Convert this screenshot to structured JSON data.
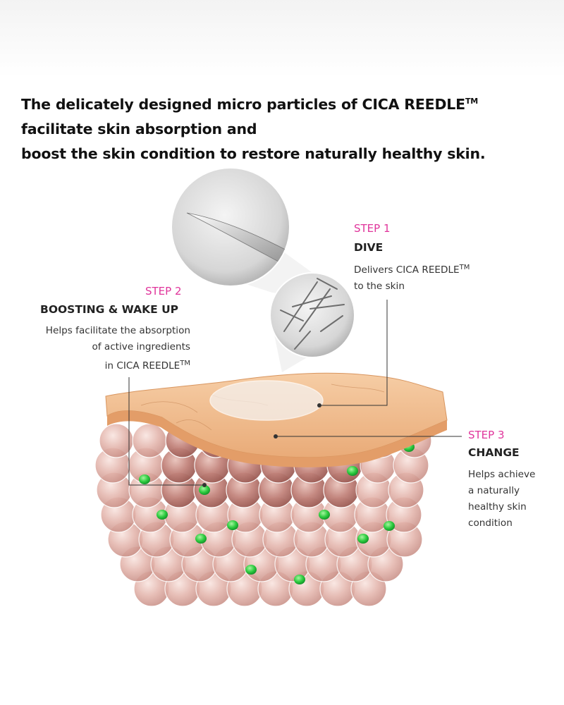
{
  "headline": {
    "line1": "The delicately designed micro particles of CICA REEDLE",
    "line1_tm": "TM",
    "line2": "facilitate skin absorption and",
    "line3": "boost the skin condition to restore naturally healthy skin."
  },
  "steps": [
    {
      "label": "STEP 1",
      "title": "DIVE",
      "desc_lines": [
        "Delivers CICA REEDLE",
        "to the skin"
      ],
      "desc_tm_line_index": 0
    },
    {
      "label": "STEP 2",
      "title": "BOOSTING & WAKE UP",
      "desc_lines": [
        "Helps facilitate the absorption",
        "of active ingredients",
        "in CICA REEDLE"
      ],
      "desc_tm_line_index": 2
    },
    {
      "label": "STEP 3",
      "title": "CHANGE",
      "desc_lines": [
        "Helps achieve",
        "a naturally",
        "healthy skin",
        "condition"
      ]
    }
  ],
  "trademark": "TM",
  "colors": {
    "step_label": "#e0359b",
    "headline": "#111111",
    "skin_surface": "#f0b98a",
    "cell": "#d7a19a",
    "active_dot": "#2ecc40"
  }
}
